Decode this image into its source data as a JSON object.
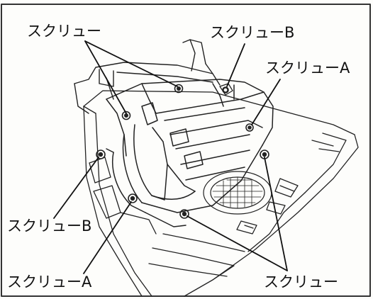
{
  "labels": {
    "screw_top_left": "スクリュー",
    "screw_b_top": "スクリューB",
    "screw_a_right": "スクリューA",
    "screw_b_left": "スクリューB",
    "screw_a_bottom": "スクリューA",
    "screw_bottom_right": "スクリュー"
  },
  "colors": {
    "ink": "#111111",
    "paper": "#fdfdfb"
  }
}
